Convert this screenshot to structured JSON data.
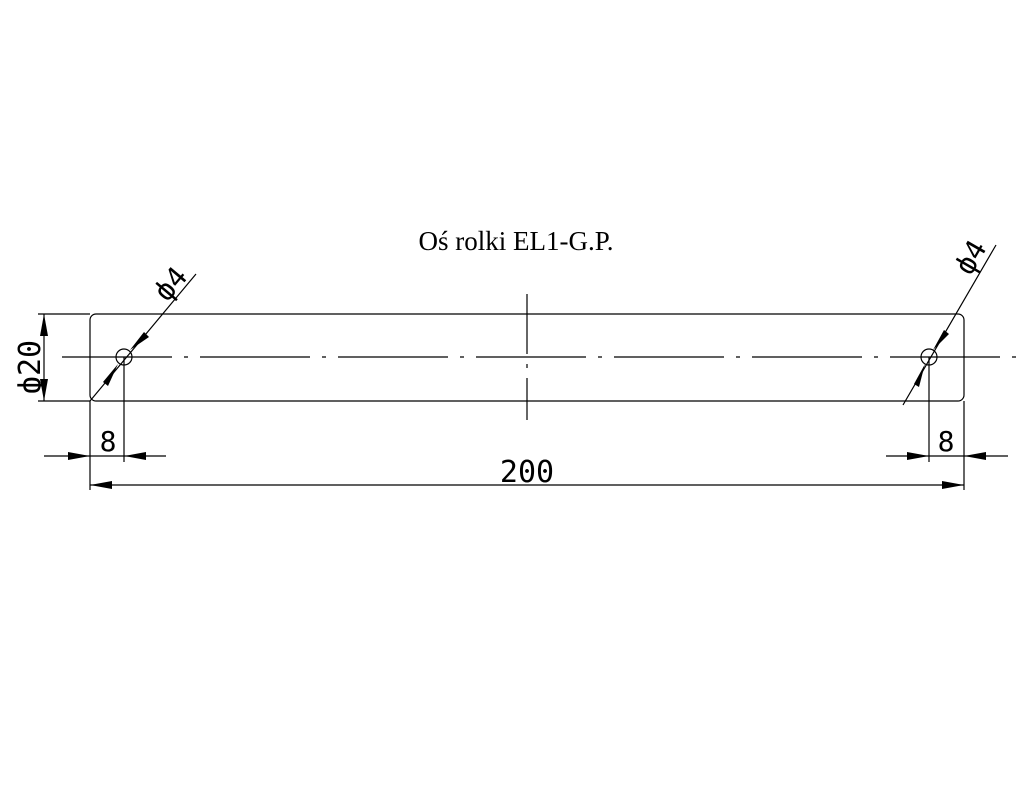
{
  "title": "Oś rolki EL1-G.P.",
  "dimensions": {
    "length": "200",
    "diameter": "ф20",
    "hole_left": "ф4",
    "hole_right": "ф4",
    "offset_left": "8",
    "offset_right": "8"
  }
}
